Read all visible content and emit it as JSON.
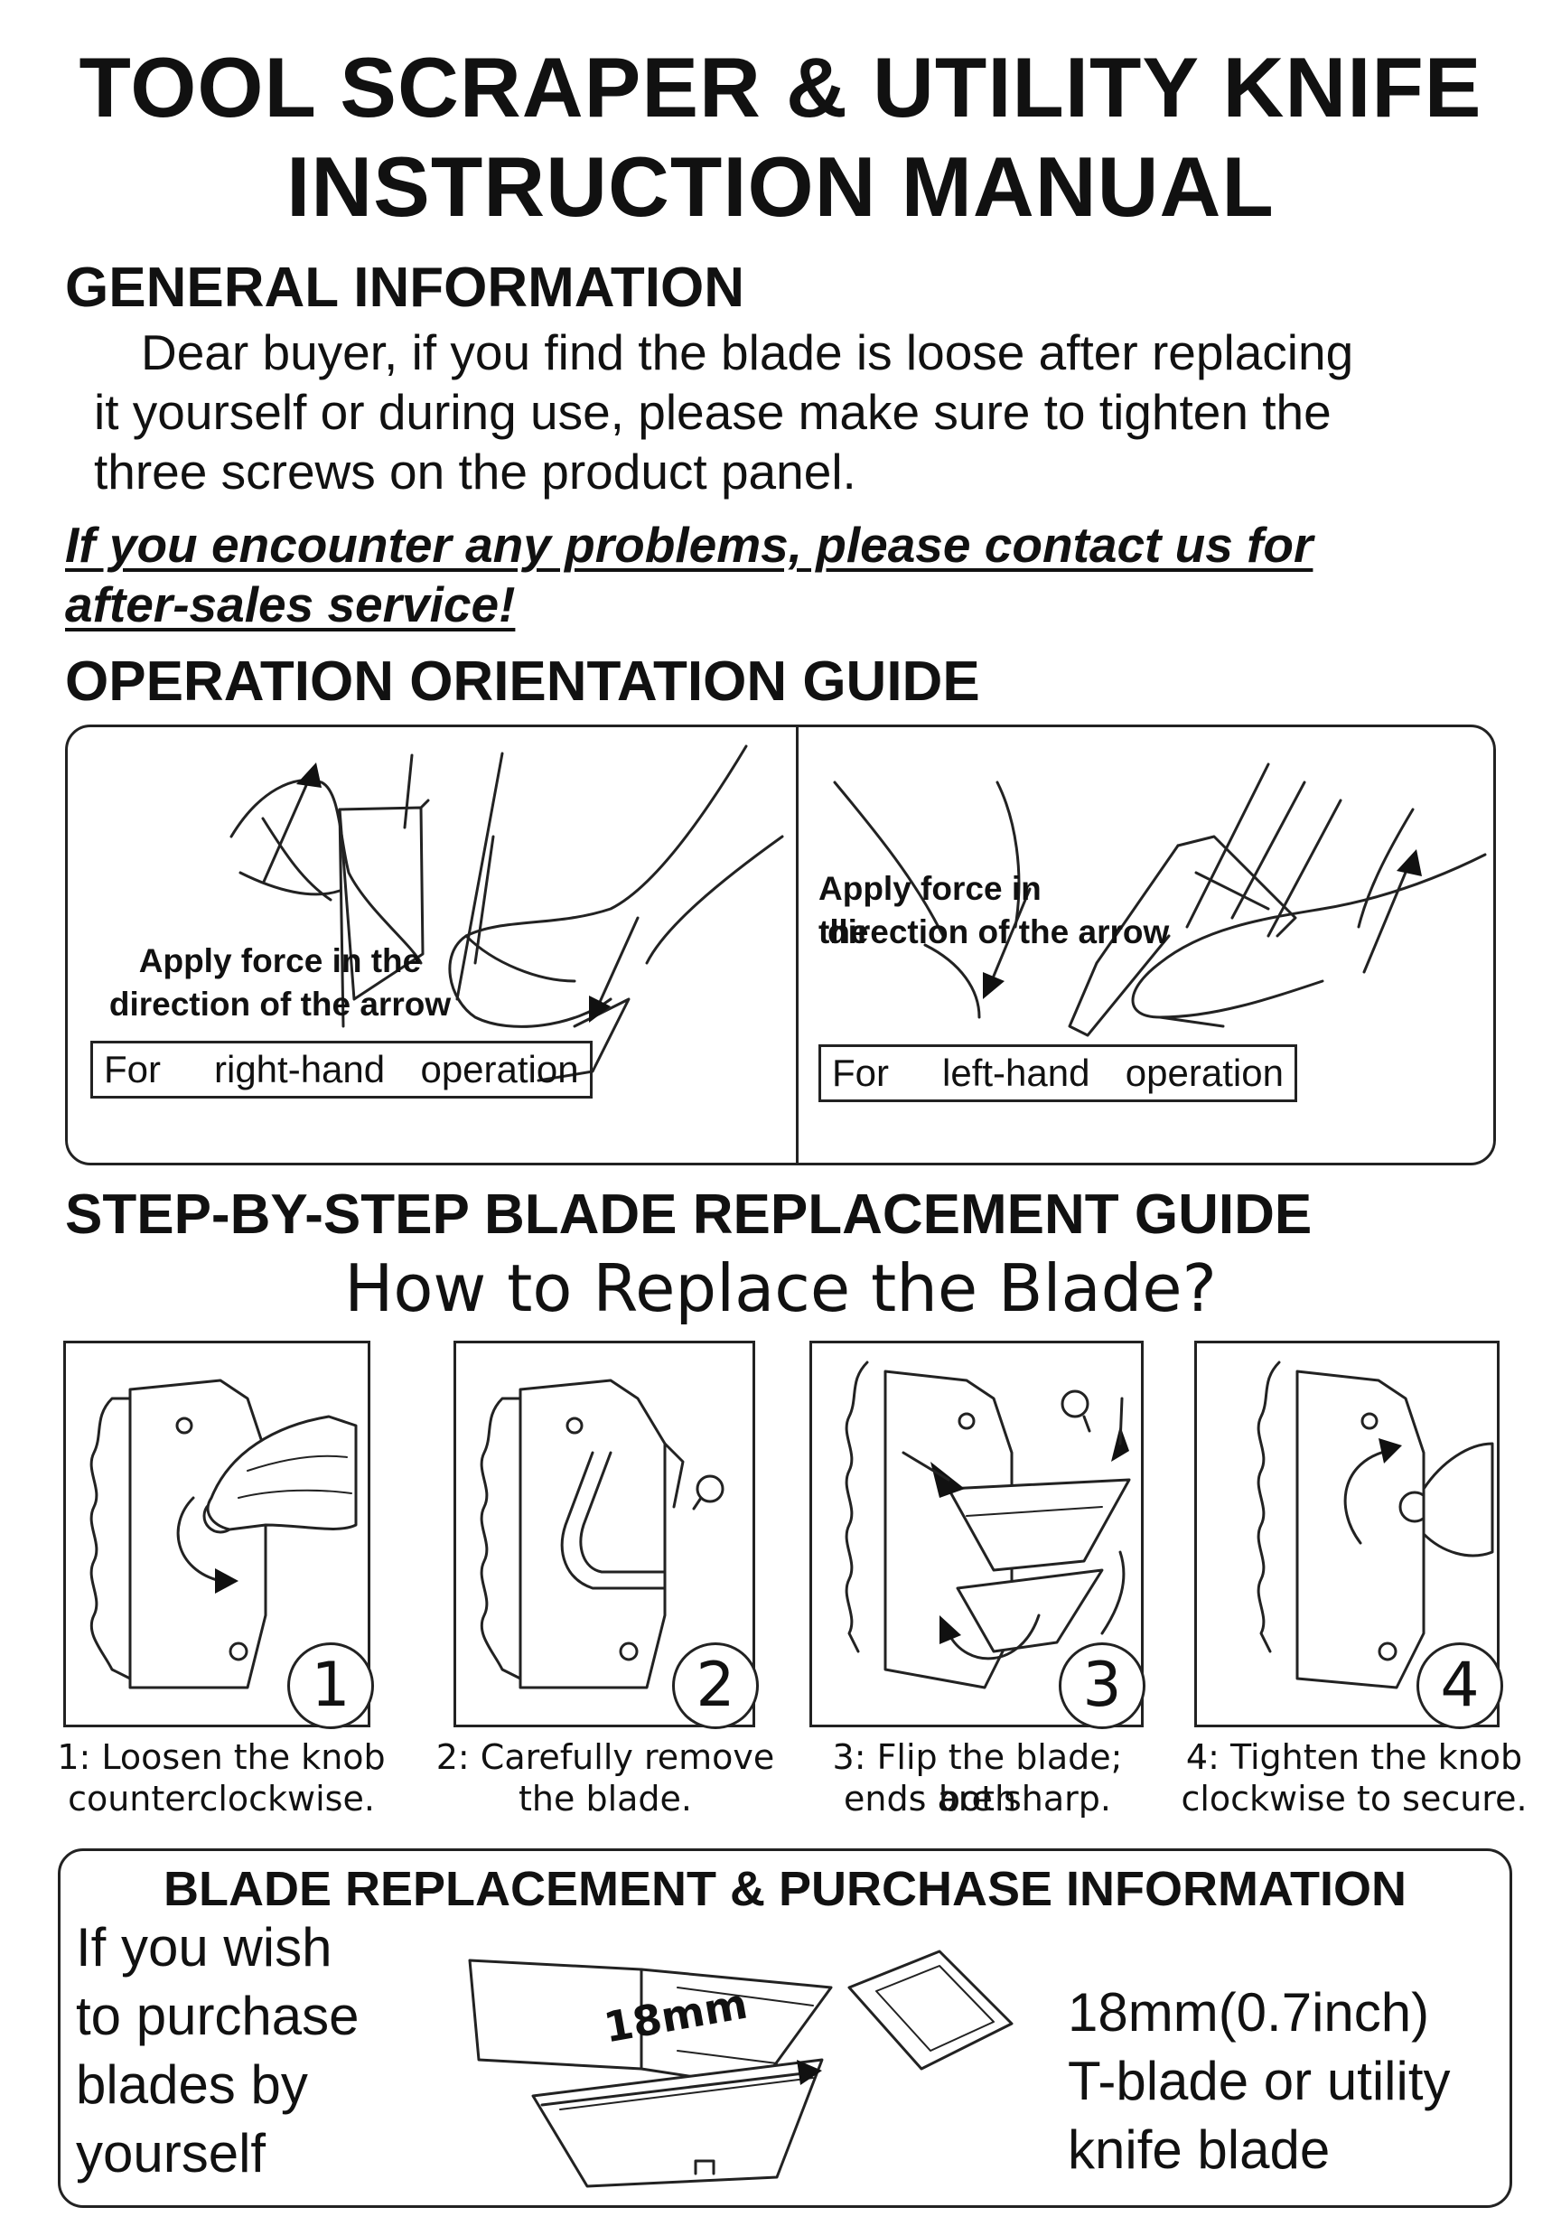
{
  "header": {
    "title_line1": "TOOL SCRAPER & UTILITY KNIFE",
    "title_line2": "INSTRUCTION MANUAL"
  },
  "general": {
    "heading": "GENERAL INFORMATION",
    "line1": "Dear buyer, if you find the blade is loose after replacing",
    "line2": "it yourself or during use, please make sure to tighten the",
    "line3": "three screws on the product panel.",
    "warning_line1": "If you encounter any problems, please contact us for",
    "warning_line2": "after-sales service!"
  },
  "orientation": {
    "heading": "OPERATION ORIENTATION GUIDE",
    "right": {
      "label_line1": "Apply force in the",
      "label_line2": "direction of the arrow",
      "operation": "For   right-hand  operation"
    },
    "left": {
      "label_line1": "Apply force in the",
      "label_line2": "direction of the arrow",
      "operation": "For   left-hand  operation"
    }
  },
  "replacement": {
    "heading": "STEP-BY-STEP BLADE REPLACEMENT GUIDE",
    "subtitle": "How to Replace the Blade?",
    "steps": [
      {
        "number": "1",
        "caption_line1": "1: Loosen the knob",
        "caption_line2": "counterclockwise."
      },
      {
        "number": "2",
        "caption_line1": "2: Carefully remove",
        "caption_line2": "the blade."
      },
      {
        "number": "3",
        "caption_line1": "3: Flip the blade; both",
        "caption_line2": "ends are sharp."
      },
      {
        "number": "4",
        "caption_line1": "4: Tighten the knob",
        "caption_line2": "clockwise to secure."
      }
    ]
  },
  "purchase": {
    "heading": "BLADE REPLACEMENT & PURCHASE INFORMATION",
    "left_lines": [
      "If you wish",
      "to purchase",
      "blades by",
      "yourself"
    ],
    "blade_size_label": "18mm",
    "right_lines": [
      "18mm(0.7inch)",
      "T-blade or utility",
      "knife blade"
    ]
  }
}
